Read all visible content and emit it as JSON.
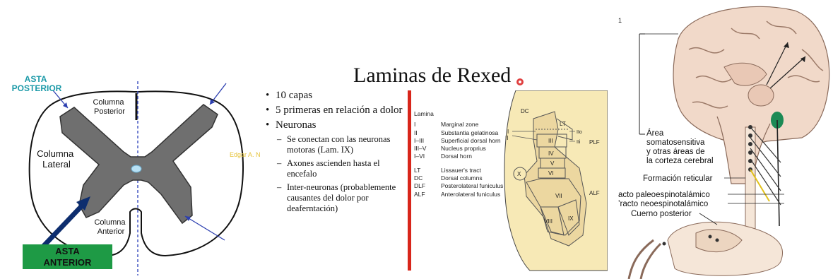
{
  "panel_left": {
    "asta_posterior": "ASTA\nPOSTERIOR",
    "asta_posterior_line1": "ASTA",
    "asta_posterior_line2": "POSTERIOR",
    "columna_posterior_1": "Columna",
    "columna_posterior_2": "Posterior",
    "columna_lateral_1": "Columna",
    "columna_lateral_2": "Lateral",
    "columna_anterior_1": "Columna",
    "columna_anterior_2": "Anterior",
    "watermark": "Edgar A. N",
    "asta_anterior_1": "ASTA",
    "asta_anterior_2": "ANTERIOR",
    "colors": {
      "grey_matter": "#6e6e6e",
      "asta_posterior_text": "#1c9aa8",
      "stamp": "#1e9a45",
      "arrow": "#0d2d6e"
    }
  },
  "panel_middle": {
    "title": "Laminas de Rexed",
    "bullets": [
      "10 capas",
      "5 primeras en relación a dolor",
      "Neuronas"
    ],
    "sub_bullets": [
      "Se conectan con las neuronas motoras  (Lam. IX)",
      "Axones ascienden hasta el encefalo",
      "Inter-neuronas (probablemente causantes del dolor por deaferntación)"
    ],
    "legend_header": "Lamina",
    "legend_rows": [
      {
        "code": "I",
        "desc": "Marginal zone"
      },
      {
        "code": "II",
        "desc": "Substantia gelatinosa"
      },
      {
        "code": "I–III",
        "desc": "Superficial dorsal horn"
      },
      {
        "code": "III–V",
        "desc": "Nucleus proprius"
      },
      {
        "code": "I–VI",
        "desc": "Dorsal horn"
      }
    ],
    "legend_rows_2": [
      {
        "code": "LT",
        "desc": "Lissauer's tract"
      },
      {
        "code": "DC",
        "desc": "Dorsal columns"
      },
      {
        "code": "DLF",
        "desc": "Posterolateral funiculus"
      },
      {
        "code": "ALF",
        "desc": "Anterolateral funiculus"
      }
    ],
    "diagram_labels": {
      "dc": "DC",
      "lt": "LT",
      "i": "I",
      "ii": "II",
      "iio": "IIo",
      "iii_i": "IIi",
      "iii": "III",
      "iv": "IV",
      "v": "V",
      "vi": "VI",
      "vii": "VII",
      "viii": "VIII",
      "ix": "IX",
      "x": "X",
      "plf": "PLF",
      "alf": "ALF"
    },
    "colors": {
      "bar": "#d8261b",
      "cord": "#f7e9b6",
      "grey": "#ecd7a0"
    }
  },
  "panel_right": {
    "figure_number": "1",
    "area_1": "Área",
    "area_2": "somatosensitiva",
    "area_3": "y otras áreas de",
    "area_4": "la corteza cerebral",
    "formacion": "Formación reticular",
    "paleo": "acto paleoespinotalámico",
    "neo": "ʼracto neoespinotalámico",
    "cuerno": "Cuerno posterior",
    "colors": {
      "brain": "#f1d9c9",
      "thalamus": "#1c8a55",
      "paleo_line": "#e2c11b"
    }
  }
}
